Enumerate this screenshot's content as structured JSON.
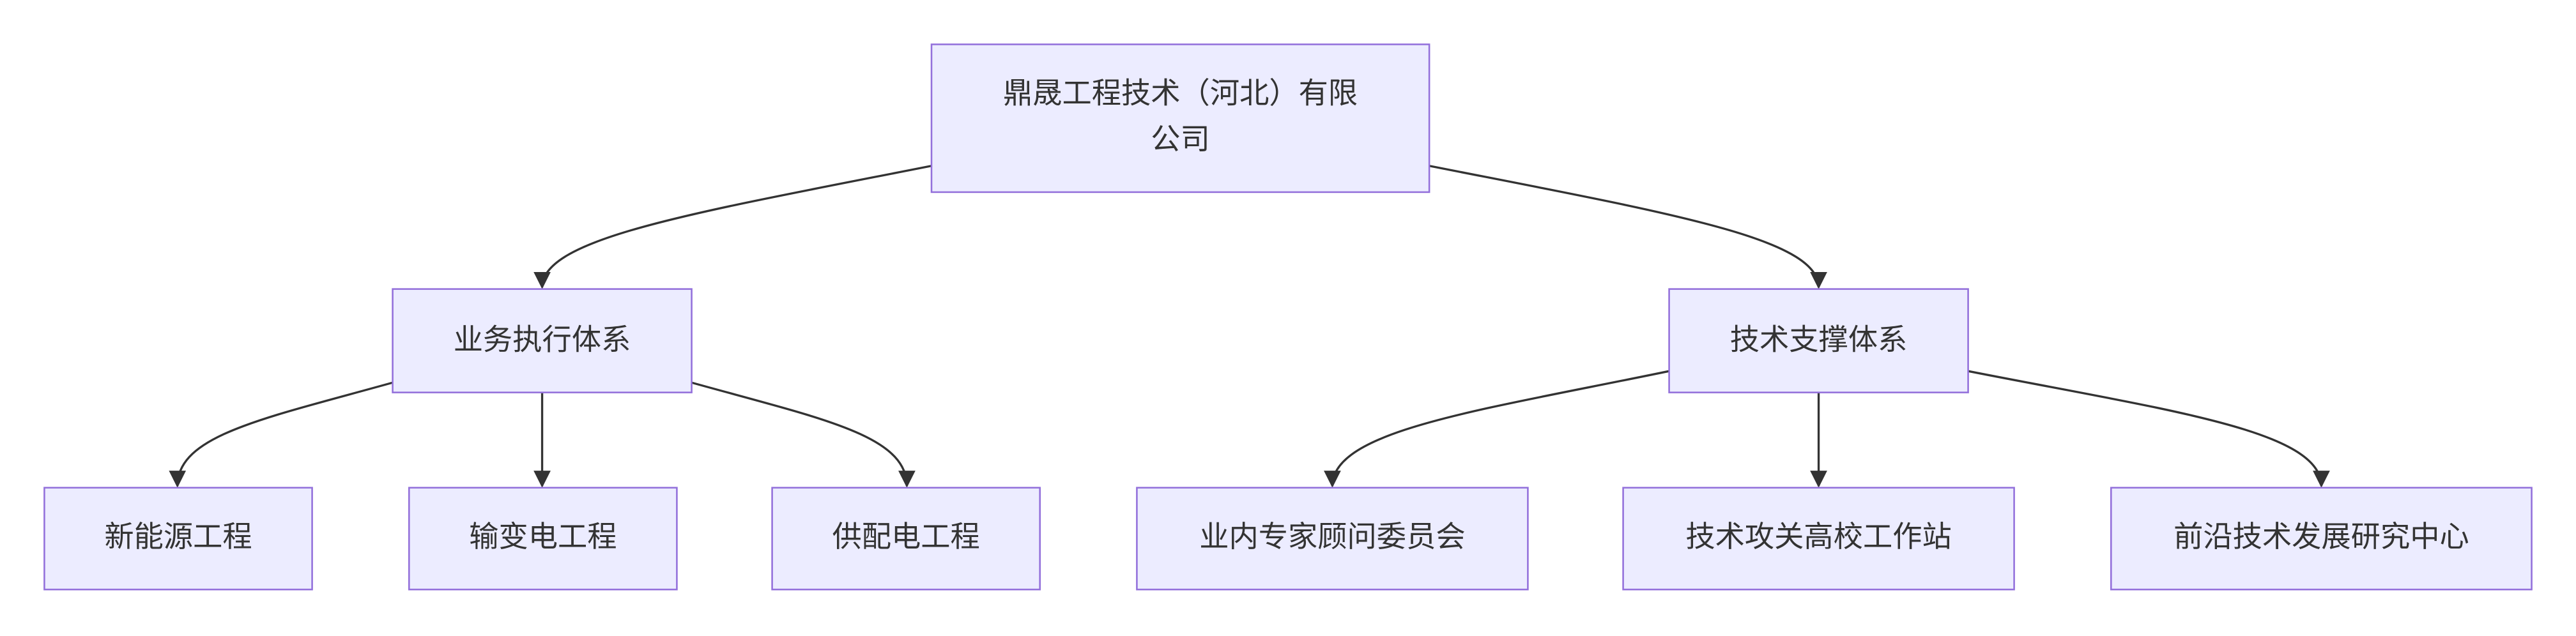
{
  "colors": {
    "node_fill": "#ECECFF",
    "node_stroke": "#9370DB",
    "edge": "#333333",
    "text": "#333333"
  },
  "root": {
    "line1": "鼎晟工程技术（河北）有限",
    "line2": "公司"
  },
  "branches": [
    {
      "label": "业务执行体系",
      "children": [
        "新能源工程",
        "输变电工程",
        "供配电工程"
      ]
    },
    {
      "label": "技术支撑体系",
      "children": [
        "业内专家顾问委员会",
        "技术攻关高校工作站",
        "前沿技术发展研究中心"
      ]
    }
  ]
}
